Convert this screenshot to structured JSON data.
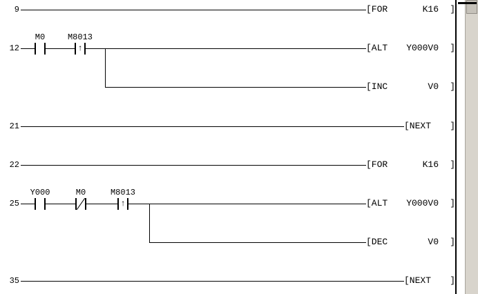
{
  "symbols": {
    "rising_edge": "↑"
  },
  "rungs": [
    {
      "step": "9",
      "instruction": {
        "open": "[FOR",
        "operand": "K16",
        "close": "]"
      }
    },
    {
      "step": "12",
      "contacts": [
        {
          "label": "M0",
          "type": "normally-open"
        },
        {
          "label": "M8013",
          "type": "rising-pulse"
        }
      ],
      "instruction": {
        "open": "[ALT",
        "operand": "Y000V0",
        "close": "]"
      },
      "branch_instruction": {
        "open": "[INC",
        "operand": "V0",
        "close": "]"
      }
    },
    {
      "step": "21",
      "instruction": {
        "open": "[NEXT",
        "close": "]"
      }
    },
    {
      "step": "22",
      "instruction": {
        "open": "[FOR",
        "operand": "K16",
        "close": "]"
      }
    },
    {
      "step": "25",
      "contacts": [
        {
          "label": "Y000",
          "type": "normally-open"
        },
        {
          "label": "M0",
          "type": "normally-closed"
        },
        {
          "label": "M8013",
          "type": "rising-pulse"
        }
      ],
      "instruction": {
        "open": "[ALT",
        "operand": "Y000V0",
        "close": "]"
      },
      "branch_instruction": {
        "open": "[DEC",
        "operand": "V0",
        "close": "]"
      }
    },
    {
      "step": "35",
      "instruction": {
        "open": "[NEXT",
        "close": "]"
      }
    }
  ]
}
